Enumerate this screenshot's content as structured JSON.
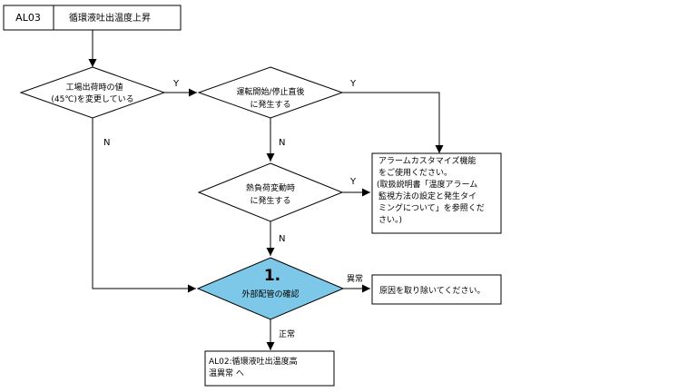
{
  "header": {
    "code": "AL03",
    "title": "循環液吐出温度上昇"
  },
  "decisions": {
    "factory_setting": {
      "line1": "工場出荷時の値",
      "line2": "(45℃)を変更している"
    },
    "after_start_stop": {
      "line1": "運転開始/停止直後",
      "line2": "に発生する"
    },
    "heat_load_change": {
      "line1": "熱負荷変動時",
      "line2": "に発生する"
    },
    "external_check": {
      "number": "1.",
      "label": "外部配管の確認"
    }
  },
  "boxes": {
    "alarm_custom": {
      "lines": [
        "アラームカスタマイズ機能",
        "をご使用ください。",
        "(取扱説明書「温度アラーム",
        "監視方法の設定と発生タイ",
        "ミングについて」を参照くだ",
        "さい。)"
      ]
    },
    "remove_cause": {
      "text": "原因を取り除いてください。"
    },
    "al02": {
      "line1": "AL02:循環液吐出温度高",
      "line2": "温異常 へ"
    }
  },
  "edge_labels": {
    "yes": "Y",
    "no": "N",
    "abnormal": "異常",
    "normal": "正常"
  },
  "colors": {
    "highlight_fill": "#7dc8e8",
    "line": "#000000",
    "fill": "#ffffff"
  }
}
